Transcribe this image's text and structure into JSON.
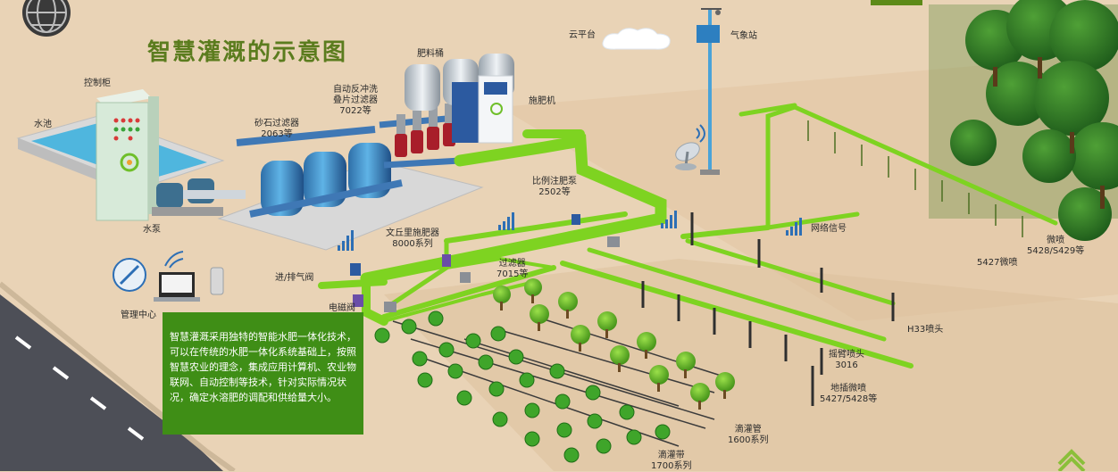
{
  "title": "智慧灌溉的示意图",
  "labels": {
    "control_cabinet": "控制柜",
    "pool": "水池",
    "water_pump": "水泵",
    "sand_filter_1": "砂石过滤器",
    "sand_filter_2": "2063等",
    "disc_filter_1": "自动反冲洗",
    "disc_filter_2": "叠片过滤器",
    "disc_filter_3": "7022等",
    "fertilizer_tank": "肥料桶",
    "fertilizer_machine": "施肥机",
    "cloud_platform": "云平台",
    "weather_station": "气象站",
    "proportional_pump_1": "比例注肥泵",
    "proportional_pump_2": "2502等",
    "venturi_1": "文丘里施肥器",
    "venturi_2": "8000系列",
    "air_valve": "进/排气阀",
    "solenoid_valve": "电磁阀",
    "management_center": "管理中心",
    "filter_1": "过滤器",
    "filter_2": "7015等",
    "network_signal": "网络信号",
    "micro_spray_1": "微喷",
    "micro_spray_2": "5428/S429等",
    "micro_spray_5427": "5427微喷",
    "h33_nozzle": "H33喷头",
    "rocker_nozzle_1": "摇臂喷头",
    "rocker_nozzle_2": "3016",
    "ground_micro_1": "地插微喷",
    "ground_micro_2": "5427/5428等",
    "drip_pipe_1": "滴灌管",
    "drip_pipe_2": "1600系列",
    "drip_tape_1": "滴灌带",
    "drip_tape_2": "1700系列"
  },
  "description": "智慧灌溉采用独特的智能水肥一体化技术，可以在传统的水肥一体化系统基础上，按照智慧农业的理念，集成应用计算机、农业物联网、自动控制等技术，针对实际情况状况，确定水溶肥的调配和供给量大小。",
  "colors": {
    "pipe": "#7ed321",
    "pipe_dark": "#4f9a12",
    "ground": "#e9d3b6",
    "road": "#4d4f57",
    "title": "#5b7c1e",
    "box": "#3f8e16"
  }
}
